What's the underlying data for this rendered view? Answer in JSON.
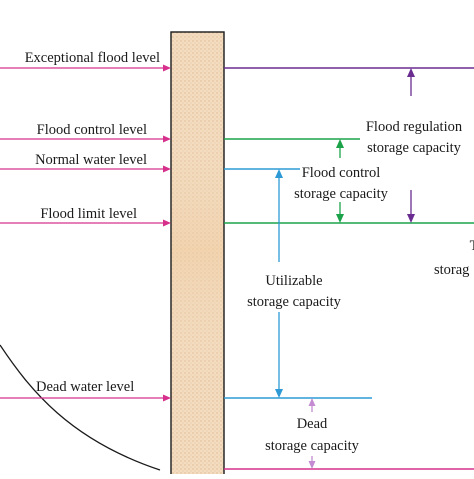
{
  "labels": {
    "exceptional_flood_level": "Exceptional flood level",
    "flood_control_level": "Flood control level",
    "normal_water_level": "Normal water level",
    "flood_limit_level": "Flood limit level",
    "dead_water_level": "Dead water level"
  },
  "capacities": {
    "flood_regulation": [
      "Flood regulation",
      "storage capacity"
    ],
    "flood_control": [
      "Flood control",
      "storage capacity"
    ],
    "utilizable": [
      "Utilizable",
      "storage capacity"
    ],
    "dead": [
      "Dead",
      "storage capacity"
    ],
    "total_partial": [
      "T",
      "storag"
    ]
  },
  "colors": {
    "pink": "#d6308c",
    "purple": "#6a2c91",
    "green": "#1ca34a",
    "blue": "#2d9ad6",
    "dead_arrow": "#c48bd2",
    "dam_fill": "#f2d7b3",
    "dam_stroke": "#1a1a1a"
  }
}
